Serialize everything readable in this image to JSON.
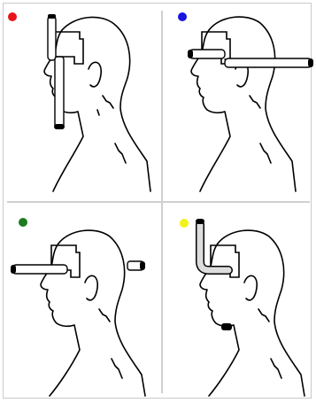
{
  "panels": [
    {
      "id": "red",
      "dot_color": "#e8141a",
      "orientation": "vertical-front"
    },
    {
      "id": "blue",
      "dot_color": "#1a14e0",
      "orientation": "horizontal-through"
    },
    {
      "id": "green",
      "dot_color": "#1d7a1d",
      "orientation": "horizontal-front"
    },
    {
      "id": "yellow",
      "dot_color": "#f2f21a",
      "orientation": "l-shaped-top"
    }
  ]
}
